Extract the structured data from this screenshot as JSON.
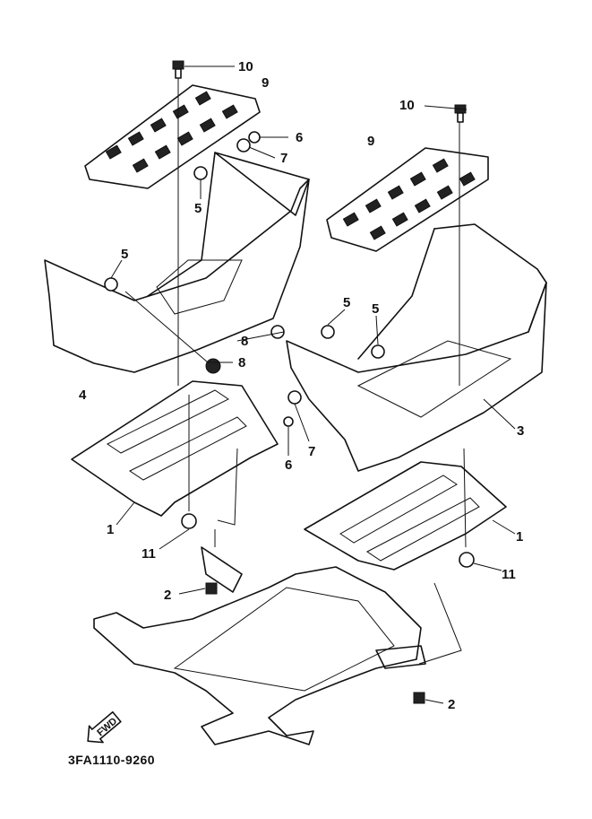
{
  "diagram_code": "3FA1110-9260",
  "fwd_label": "FWD",
  "callouts": [
    "10",
    "9",
    "6",
    "7",
    "5",
    "5",
    "4",
    "8",
    "8",
    "5",
    "5",
    "10",
    "9",
    "3",
    "7",
    "6",
    "1",
    "11",
    "1",
    "11",
    "2",
    "2"
  ]
}
